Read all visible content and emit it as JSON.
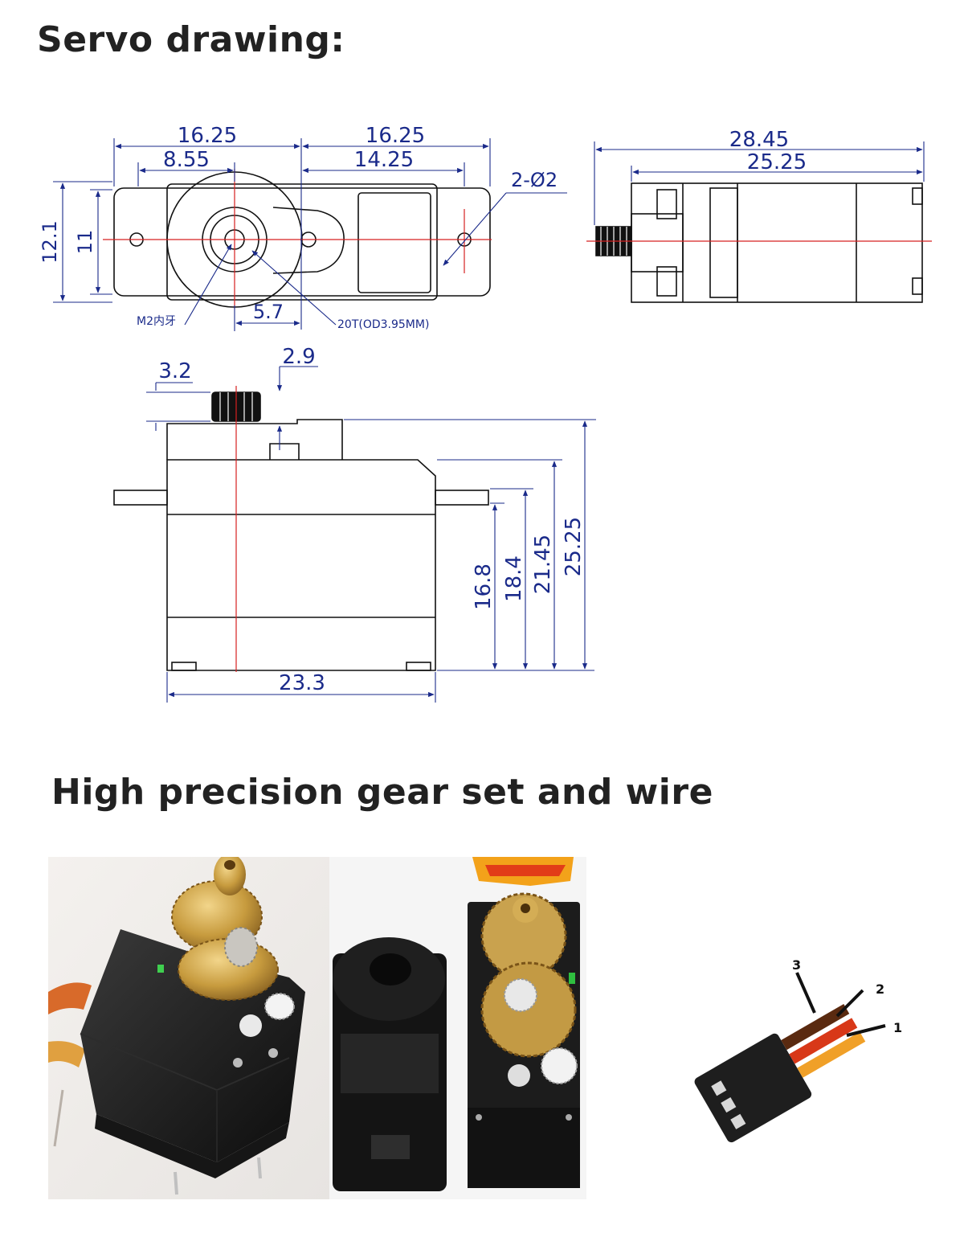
{
  "page": {
    "heading_drawing": "Servo drawing:",
    "heading_gears": "High precision gear set and wire"
  },
  "drawing": {
    "top_view": {
      "dim_left_total": "16.25",
      "dim_left_inner": "8.55",
      "dim_right_total": "16.25",
      "dim_right_inner": "14.25",
      "hole_callout": "2-Ø2",
      "dim_height_outer": "12.1",
      "dim_height_inner": "11",
      "thread_callout": "M2内牙",
      "dim_offset": "5.7",
      "spline_callout": "20T(OD3.95MM)"
    },
    "side_view": {
      "dim_total": "28.45",
      "dim_body": "25.25"
    },
    "front_view": {
      "dim_spline": "3.2",
      "dim_horn": "2.9",
      "dim_width": "23.3",
      "dim_h1": "16.8",
      "dim_h2": "18.4",
      "dim_h3": "21.45",
      "dim_h4": "25.25"
    },
    "colors": {
      "dimension": "#1a2a8a",
      "outline": "#111111",
      "centerline": "#d62020"
    }
  },
  "photos": {
    "wire_pin_labels": [
      "3",
      "2",
      "1"
    ]
  }
}
